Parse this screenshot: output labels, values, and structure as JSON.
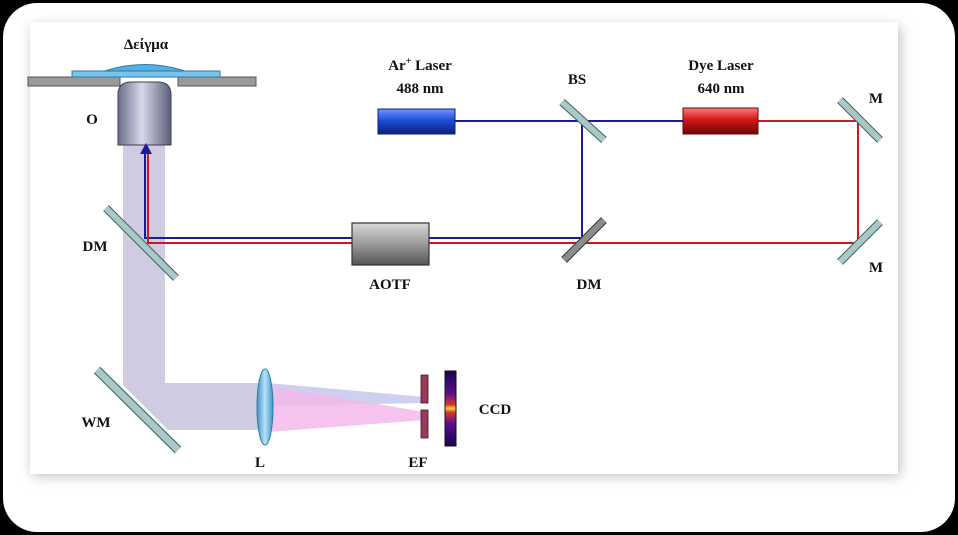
{
  "labels": {
    "sample": "Δείγμα",
    "objective": "O",
    "ar_laser_name": "Ar",
    "ar_laser_sup": "+",
    "ar_laser_suffix": " Laser",
    "ar_laser_wavelength": "488 nm",
    "beam_splitter": "BS",
    "dye_laser_name": "Dye Laser",
    "dye_laser_wavelength": "640 nm",
    "mirror_top": "M",
    "mirror_bottom": "M",
    "dichroic_left": "DM",
    "dichroic_right": "DM",
    "aotf": "AOTF",
    "wide_mirror": "WM",
    "lens": "L",
    "emission_filter": "EF",
    "ccd": "CCD"
  },
  "colors": {
    "blue_beam": "#1a1a9a",
    "red_beam": "#cc1a1a",
    "blue_laser": "#1f4fd8",
    "red_laser": "#d01818",
    "detection_beam": "#cfcbe0",
    "fluorescence_cone": "#f3b8ea",
    "excitation_cone": "#c7c8ee",
    "mirror": "#a9c9c9",
    "lens": "#7cc3e8"
  }
}
